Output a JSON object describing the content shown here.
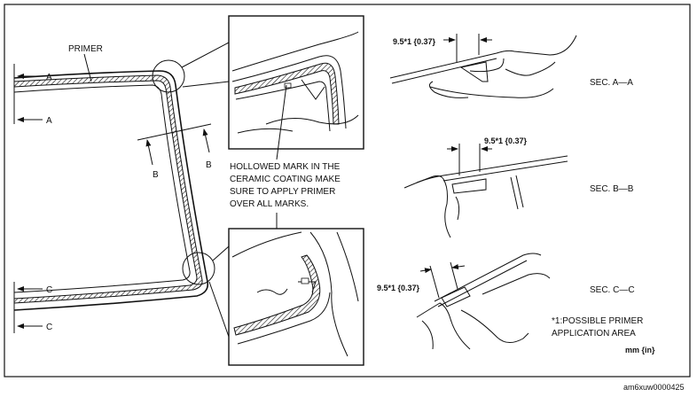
{
  "labels": {
    "primer": "PRIMER",
    "a_top": "A",
    "a_bottom": "A",
    "b_left": "B",
    "b_right": "B",
    "c_top": "C",
    "c_bottom": "C",
    "note_line1": "HOLLOWED MARK IN THE",
    "note_line2": "CERAMIC COATING MAKE",
    "note_line3": "SURE TO APPLY PRIMER",
    "note_line4": "OVER ALL MARKS.",
    "dim_a": "9.5*1 {0.37}",
    "dim_b": "9.5*1 {0.37}",
    "dim_c": "9.5*1 {0.37}",
    "sec_a": "SEC. A—A",
    "sec_b": "SEC. B—B",
    "sec_c": "SEC. C—C",
    "footnote_line1": "*1:POSSIBLE PRIMER",
    "footnote_line2": "APPLICATION AREA",
    "unit": "mm {in}",
    "code": "am6xuw0000425"
  }
}
